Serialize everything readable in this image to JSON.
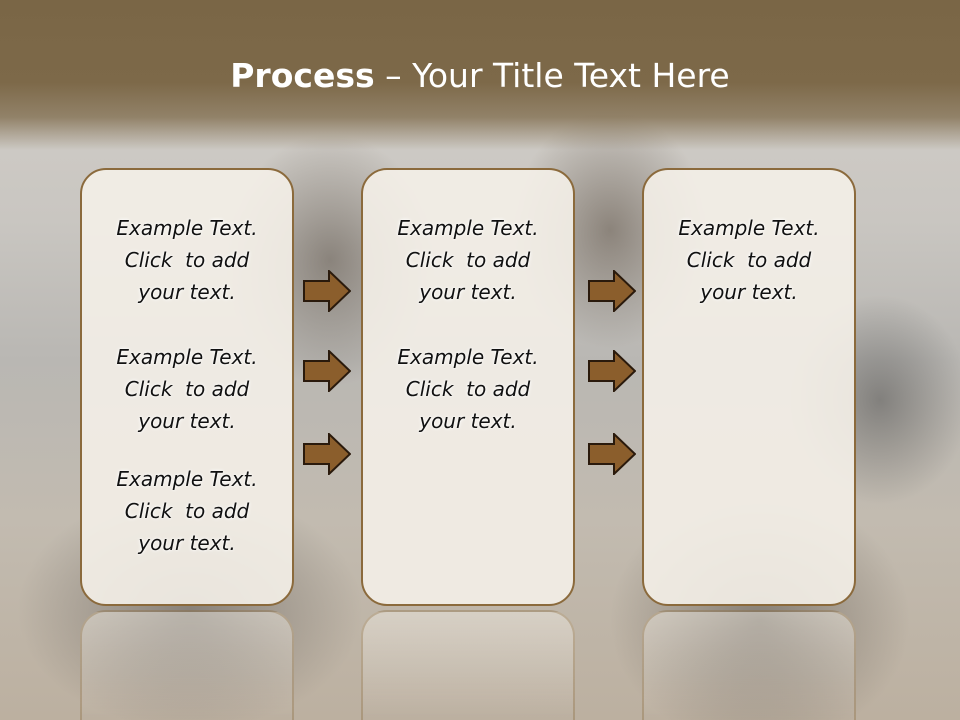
{
  "title": {
    "strong": "Process",
    "rest": " – Your Title Text Here"
  },
  "boxes": [
    {
      "items": [
        {
          "line1": "Example Text.",
          "line2": "Click  to add",
          "line3": "your text."
        },
        {
          "line1": "Example Text.",
          "line2": "Click  to add",
          "line3": "your text."
        },
        {
          "line1": "Example Text.",
          "line2": "Click  to add",
          "line3": "your text."
        }
      ]
    },
    {
      "items": [
        {
          "line1": "Example Text.",
          "line2": "Click  to add",
          "line3": "your text."
        },
        {
          "line1": "Example Text.",
          "line2": "Click  to add",
          "line3": "your text."
        }
      ]
    },
    {
      "items": [
        {
          "line1": "Example Text.",
          "line2": "Click  to add",
          "line3": "your text."
        }
      ]
    }
  ],
  "colors": {
    "title_bar": "#7d6949",
    "box_border": "#8b6a3c",
    "arrow_fill": "#8b5e2c",
    "arrow_stroke": "#2a1a0c"
  },
  "icons": {
    "connector": "right-arrow-icon"
  }
}
